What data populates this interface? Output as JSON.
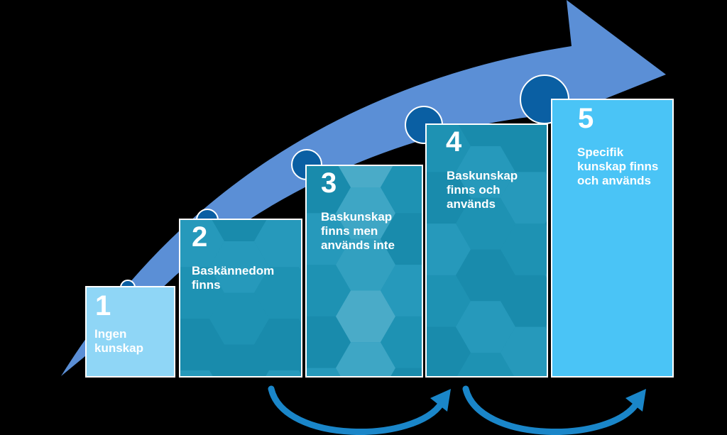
{
  "steps": [
    {
      "number": "1",
      "text": "Ingen\nkunskap"
    },
    {
      "number": "2",
      "text": "Baskännedom\nfinns"
    },
    {
      "number": "3",
      "text": "Baskunskap\nfinns men\nanvänds inte"
    },
    {
      "number": "4",
      "text": "Baskunskap\nfinns och\nanvänds"
    },
    {
      "number": "5",
      "text": "Specifik\nkunskap finns\noch används"
    }
  ],
  "colors": {
    "background": "#000000",
    "big_arrow": "#5b8fd6",
    "dot_fill": "#0a5fa3",
    "step_light": "#8fd6f6",
    "step_mid": "#1e90b2",
    "step_bright": "#4ac4f6",
    "curved_arrow": "#1a86c9"
  }
}
